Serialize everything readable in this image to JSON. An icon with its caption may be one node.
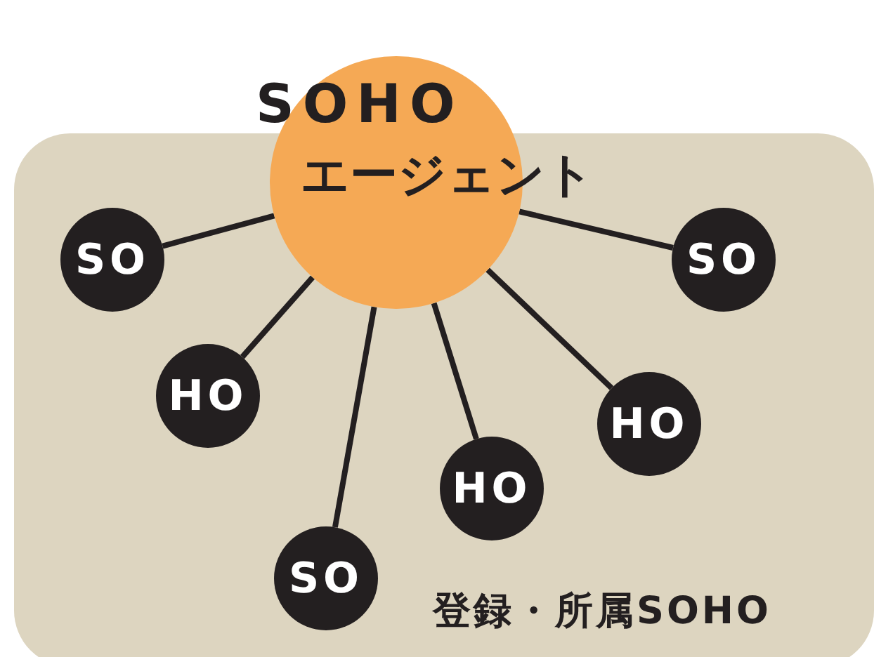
{
  "diagram": {
    "nodes": [
      {
        "text": [
          "登録・所属SOHO"
        ]
      },
      {
        "text": [
          "SOHO",
          "エージェント"
        ]
      },
      {
        "text": [
          "SO"
        ],
        "in": 0
      },
      {
        "text": [
          "HO"
        ],
        "in": 0
      },
      {
        "text": [
          "SO"
        ],
        "in": 0
      },
      {
        "text": [
          "HO"
        ],
        "in": 0
      },
      {
        "text": [
          "HO"
        ],
        "in": 0
      },
      {
        "text": [
          "SO"
        ],
        "in": 0
      }
    ],
    "edges": [
      {
        "from": 1,
        "to": 2,
        "arrow": "none"
      },
      {
        "from": 1,
        "to": 3,
        "arrow": "none"
      },
      {
        "from": 1,
        "to": 4,
        "arrow": "none"
      },
      {
        "from": 1,
        "to": 5,
        "arrow": "none"
      },
      {
        "from": 1,
        "to": 6,
        "arrow": "none"
      },
      {
        "from": 1,
        "to": 7,
        "arrow": "none"
      }
    ]
  }
}
